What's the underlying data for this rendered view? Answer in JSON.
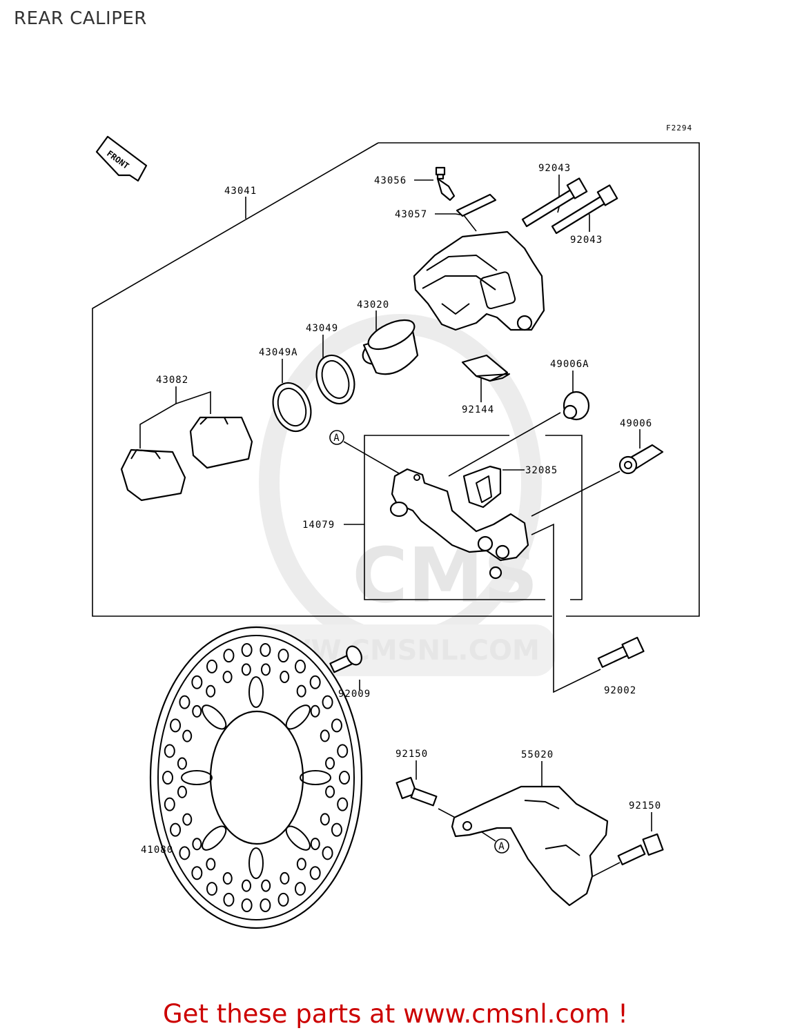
{
  "page": {
    "title": "REAR CALIPER",
    "footer": "Get these parts at www.cmsnl.com !",
    "figure_code": "F2294",
    "front_arrow_label": "FRONT",
    "ref_marker": "A",
    "watermark_text": "WWW.CMSNL.COM",
    "watermark_logo": "CMS"
  },
  "parts": {
    "p43041": "43041",
    "p43056": "43056",
    "p43057": "43057",
    "p92043a": "92043",
    "p92043b": "92043",
    "p43020": "43020",
    "p43049": "43049",
    "p43049A": "43049A",
    "p43082": "43082",
    "p49006A": "49006A",
    "p92144": "92144",
    "p49006": "49006",
    "p32085": "32085",
    "p14079": "14079",
    "p92009": "92009",
    "p92002": "92002",
    "p92150a": "92150",
    "p55020": "55020",
    "p92150b": "92150",
    "p41080": "41080"
  },
  "colors": {
    "footer": "#cc0000",
    "lines": "#000000",
    "watermark": "#e6e6e6"
  }
}
